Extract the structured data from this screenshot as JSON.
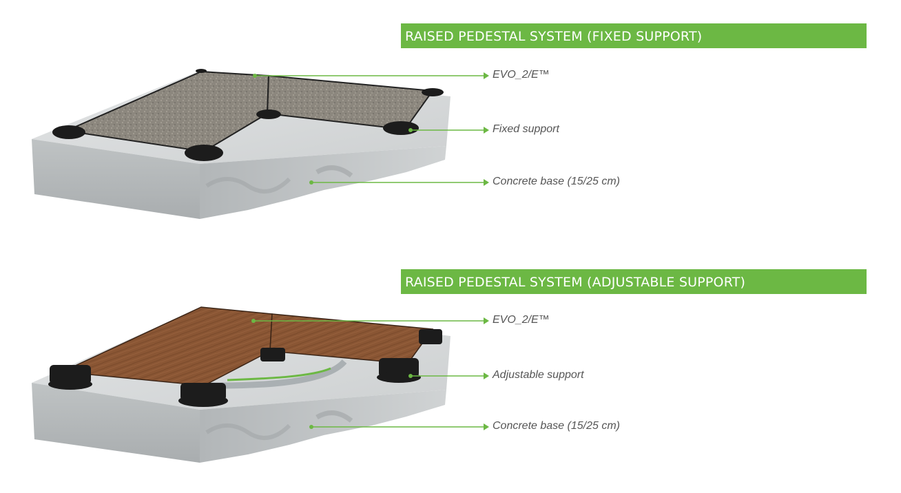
{
  "diagrams": [
    {
      "title": "RAISED PEDESTAL SYSTEM (FIXED SUPPORT)",
      "labels": {
        "tile": "EVO_2/E™",
        "support": "Fixed support",
        "base": "Concrete base (15/25 cm)"
      }
    },
    {
      "title": "RAISED PEDESTAL SYSTEM (ADJUSTABLE SUPPORT)",
      "labels": {
        "tile": "EVO_2/E™",
        "support": "Adjustable support",
        "base": "Concrete base (15/25 cm)"
      }
    }
  ],
  "colors": {
    "accent_green": "#6cb844",
    "concrete": "#c9cccd",
    "stone_tile": "#8a857c",
    "wood_tile": "#8a5634",
    "pedestal": "#1c1c1c"
  }
}
